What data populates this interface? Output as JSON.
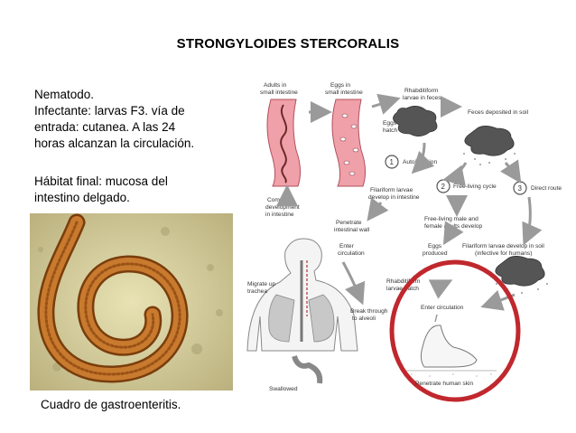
{
  "title": "STRONGYLOIDES  STERCORALIS",
  "description": {
    "lines": [
      "Nematodo.",
      "Infectante: larvas F3. vía de",
      "entrada: cutanea. A las 24",
      "horas alcanzan la circulación."
    ],
    "habitat_lines": [
      "Hábitat final: mucosa del",
      "intestino delgado."
    ]
  },
  "photo": {
    "caption": "Cuadro de gastroenteritis."
  },
  "diagram": {
    "labels": {
      "adults": [
        "Adults in",
        "small intestine"
      ],
      "eggs": [
        "Eggs in",
        "small intestine"
      ],
      "eggs_hatch": [
        "Eggs",
        "hatch"
      ],
      "rhabditiform_feces": [
        "Rhabditiform",
        "larvae in feces"
      ],
      "feces_soil": "Feces deposited in soil",
      "autoinfection": "Autoinfection",
      "free_living_cycle": "Free-living cycle",
      "direct_route": "Direct route",
      "complete_dev": [
        "Complete",
        "development",
        "in intestine"
      ],
      "filariform_intestine": [
        "Filariform larvae",
        "develop in intestine"
      ],
      "free_living_adults": [
        "Free-living male and",
        "female adults develop"
      ],
      "penetrate_wall": [
        "Penetrate",
        "intestinal wall"
      ],
      "enter_circulation": [
        "Enter",
        "circulation"
      ],
      "eggs_produced": [
        "Eggs",
        "produced"
      ],
      "filariform_soil": [
        "Filariform larvae develop in soil",
        "(infective for humans)"
      ],
      "migrate_trachea": [
        "Migrate up",
        "trachea"
      ],
      "rhabditiform_hatch": [
        "Rhabditiform",
        "larvae hatch"
      ],
      "break_alveoli": [
        "Break through",
        "to alveoli"
      ],
      "enter_circulation_2": "Enter circulation",
      "swallowed": "Swallowed",
      "penetrate_skin": "Penetrate human skin"
    },
    "numbers": [
      "1",
      "2",
      "3"
    ],
    "highlight_color": "#c0282d"
  }
}
